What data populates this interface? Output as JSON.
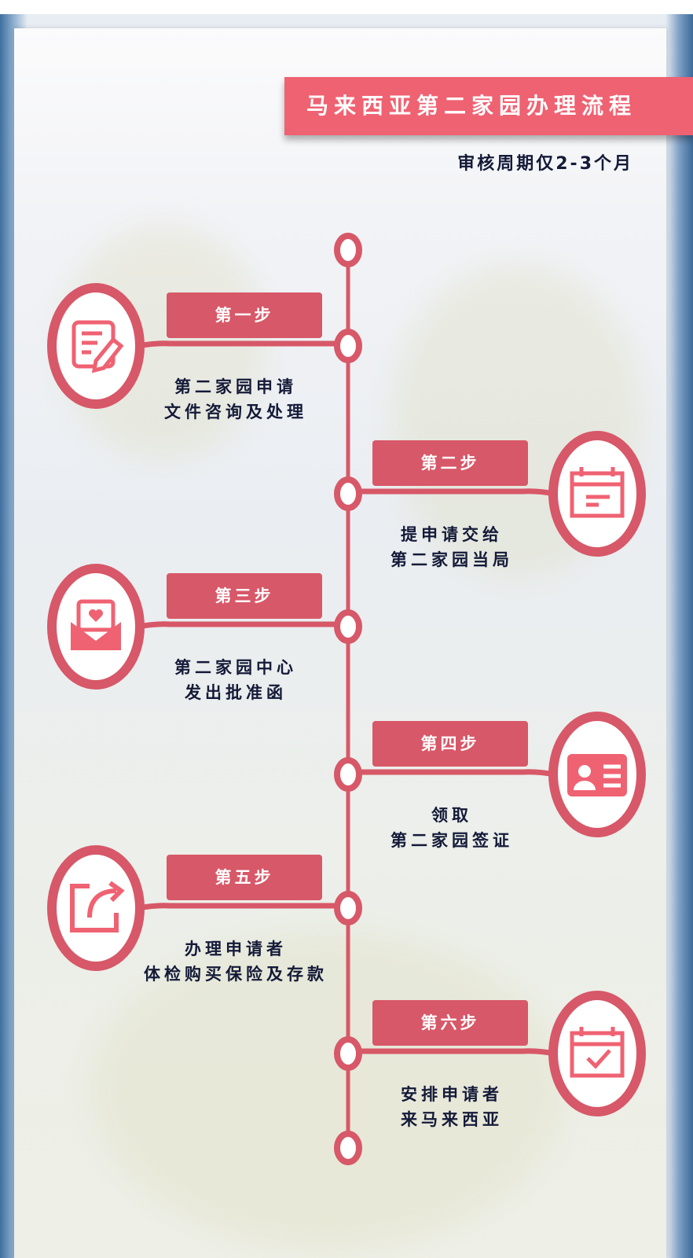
{
  "title": "马来西亚第二家园办理流程",
  "subtitle": "审核周期仅2-3个月",
  "colors": {
    "accent": "#ef6272",
    "label": "#d75868",
    "text": "#141a38"
  },
  "steps": [
    {
      "label": "第一步",
      "line1": "第二家园申请",
      "line2": "文件咨询及处理",
      "icon": "document-edit-icon"
    },
    {
      "label": "第二步",
      "line1": "提申请交给",
      "line2": "第二家园当局",
      "icon": "calendar-icon"
    },
    {
      "label": "第三步",
      "line1": "第二家园中心",
      "line2": "发出批准函",
      "icon": "envelope-heart-icon"
    },
    {
      "label": "第四步",
      "line1": "领取",
      "line2": "第二家园签证",
      "icon": "id-card-icon"
    },
    {
      "label": "第五步",
      "line1": "办理申请者",
      "line2": "体检购买保险及存款",
      "icon": "share-icon"
    },
    {
      "label": "第六步",
      "line1": "安排申请者",
      "line2": "来马来西亚",
      "icon": "calendar-check-icon"
    }
  ]
}
